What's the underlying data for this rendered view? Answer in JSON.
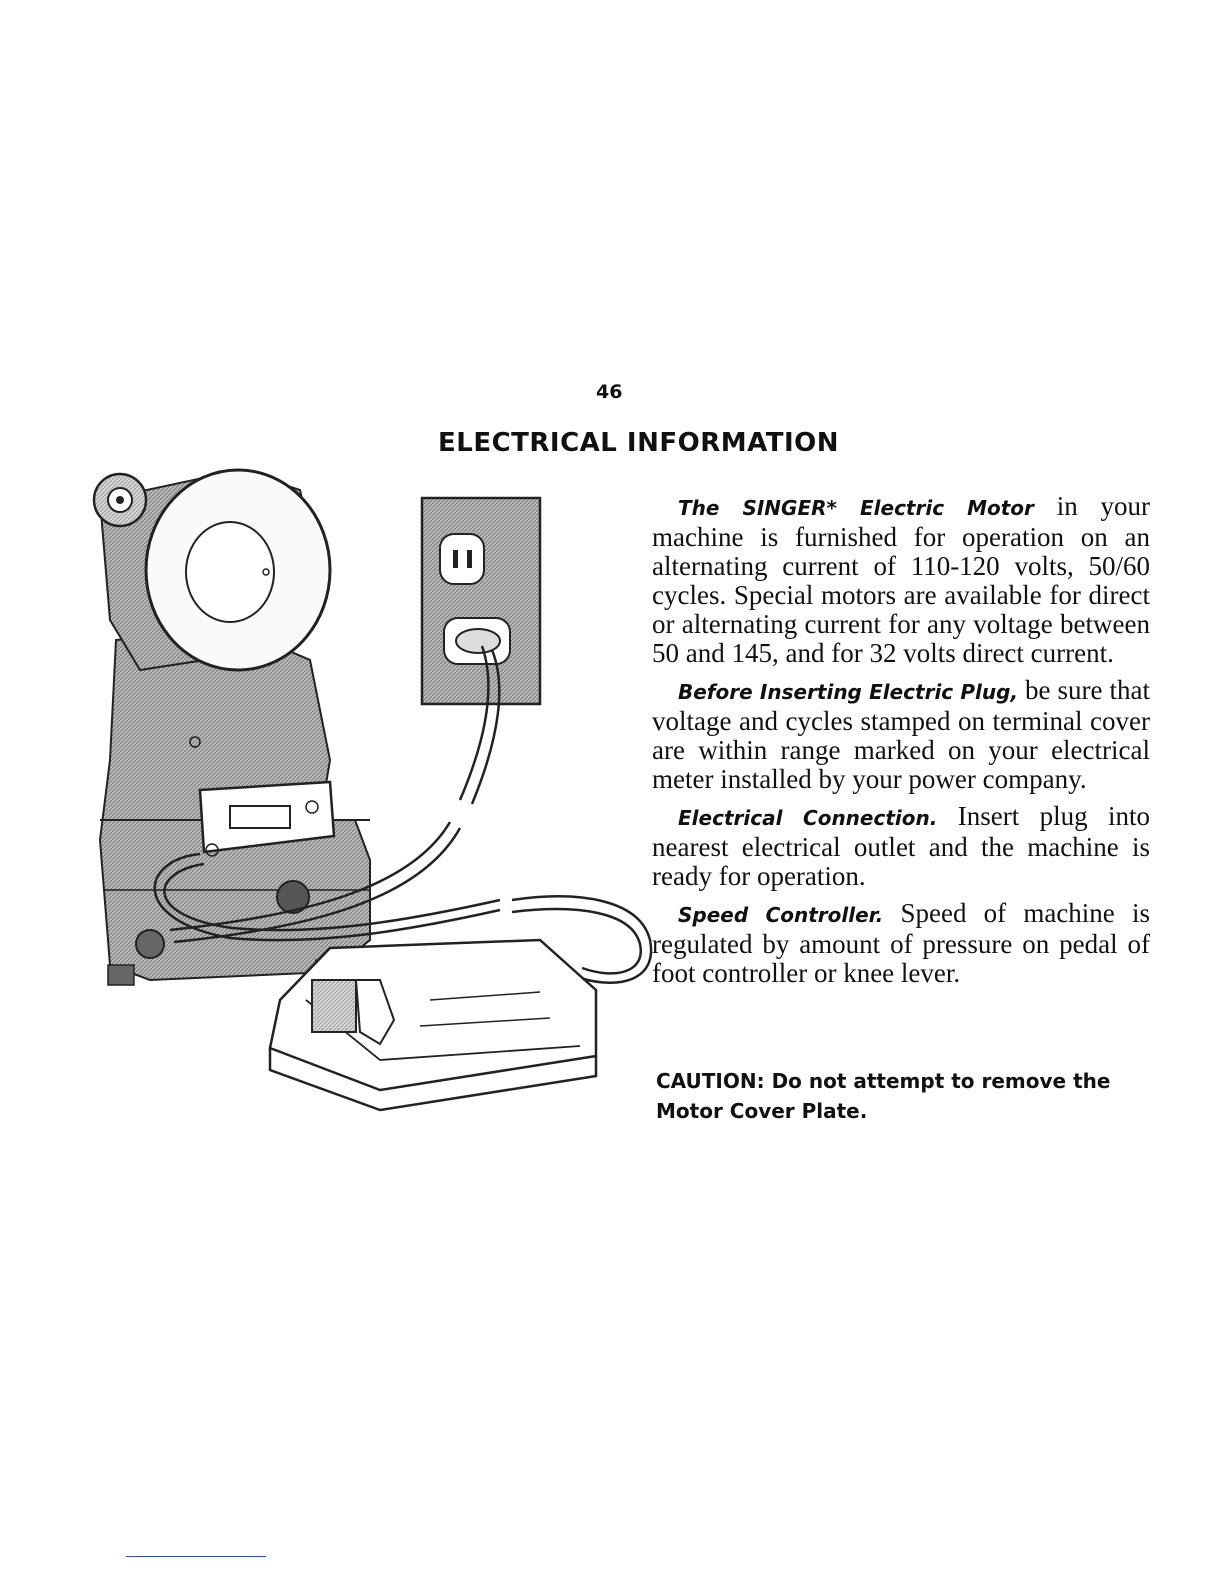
{
  "page": {
    "number": "46",
    "title": "ELECTRICAL INFORMATION"
  },
  "paragraphs": [
    {
      "lead": "The SINGER* Electric Motor",
      "text": " in your machine is furnished for operation on an alternating current of 110-120 volts, 50/60 cycles. Special motors are available for direct or alternating current for any voltage between 50 and 145, and for 32 volts direct current."
    },
    {
      "lead": "Before Inserting Electric Plug,",
      "text": " be sure that voltage and cycles stamped on terminal cover are within range marked on your electrical meter installed by your power company."
    },
    {
      "lead": "Electrical Connection.",
      "text": " Insert plug into nearest electrical outlet and the machine is ready for operation."
    },
    {
      "lead": "Speed Controller.",
      "text": " Speed of machine is regulated by amount of pressure on pedal of foot controller or knee lever."
    }
  ],
  "caution": {
    "label": "CAUTION:",
    "text": " Do not attempt to remove the Motor Cover Plate."
  },
  "icons": {
    "illustration": "sewing-machine-motor-outlet-foot-controller-illustration"
  },
  "colors": {
    "ink": "#111111",
    "paper": "#ffffff",
    "footer_rule": "#3a4fb0"
  }
}
